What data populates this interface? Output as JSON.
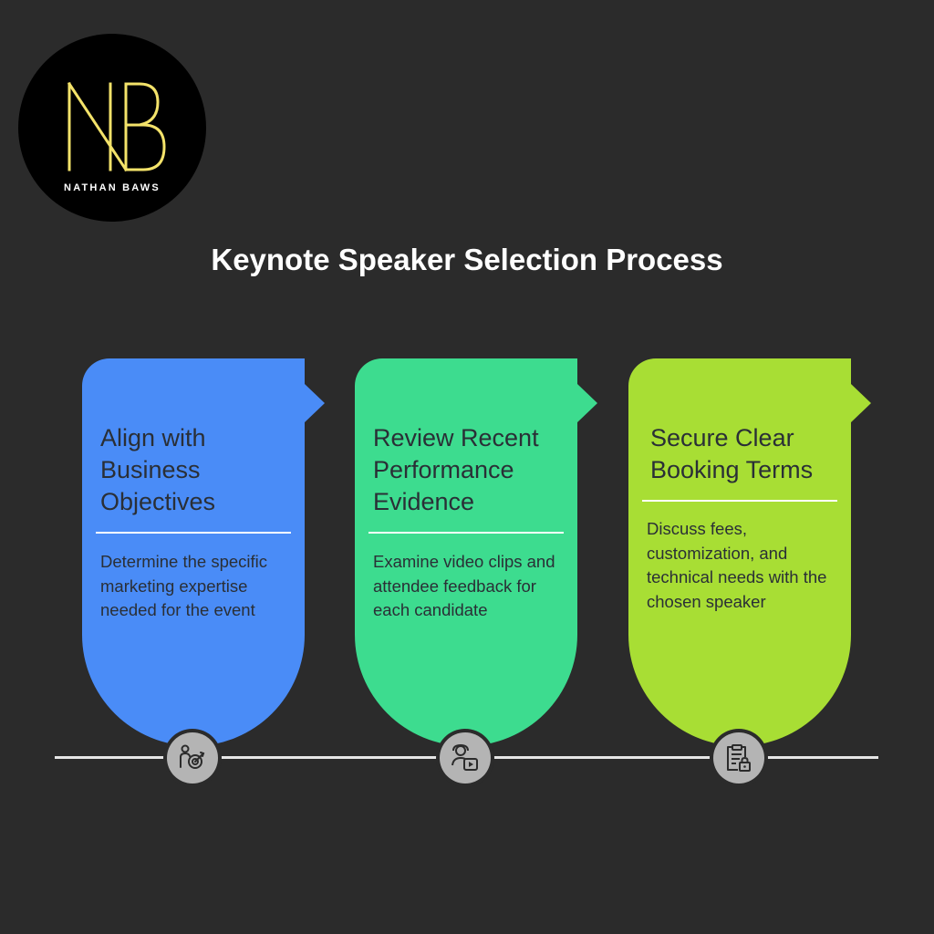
{
  "brand": {
    "name": "NATHAN BAWS",
    "monogram": "NB",
    "accent_color": "#f4e36a"
  },
  "title": "Keynote Speaker Selection Process",
  "steps": [
    {
      "heading": "Align with Business Objectives",
      "description": "Determine the specific marketing expertise needed for the event",
      "color": "#4a8cf7",
      "icon": "target-person-icon"
    },
    {
      "heading": "Review Recent Performance Evidence",
      "description": "Examine video clips and attendee feedback for each candidate",
      "color": "#3ddc8f",
      "icon": "video-person-icon"
    },
    {
      "heading": "Secure Clear Booking Terms",
      "description": "Discuss fees, customization, and technical needs with the chosen speaker",
      "color": "#a8de34",
      "icon": "clipboard-lock-icon"
    }
  ]
}
